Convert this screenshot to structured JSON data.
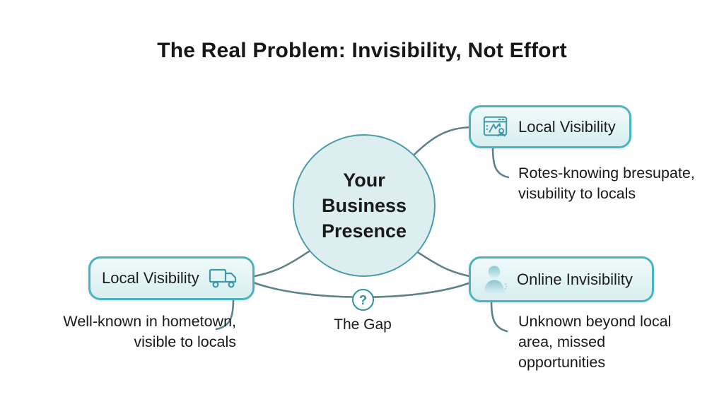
{
  "title": "The Real Problem: Invisibility, Not Effort",
  "center": {
    "label": "Your\nBusiness\nPresence"
  },
  "gap": {
    "symbol": "?",
    "label": "The Gap"
  },
  "nodes": {
    "top_right": {
      "label": "Local Visibility",
      "icon": "browser-profile-icon",
      "caption": "Rotes-knowing bresupate,\nvisubility to locals"
    },
    "bottom_left": {
      "label": "Local Visibility",
      "icon": "delivery-truck-icon",
      "caption": "Well-known in hometown,\nvisible to locals"
    },
    "bottom_right": {
      "label": "Online Invisibility",
      "icon": "user-silhouette-icon",
      "caption": "Unknown beyond local\narea, missed\nopportunities"
    }
  },
  "colors": {
    "box_border": "#4cb4bf",
    "box_fill_top": "#f0fafa",
    "box_fill_bottom": "#d7eeef",
    "circle_fill": "#dceeef",
    "circle_border": "#4a9da8",
    "connector": "#5d8388",
    "gap_circle_border": "#35929f",
    "text": "#1a1a1a"
  }
}
